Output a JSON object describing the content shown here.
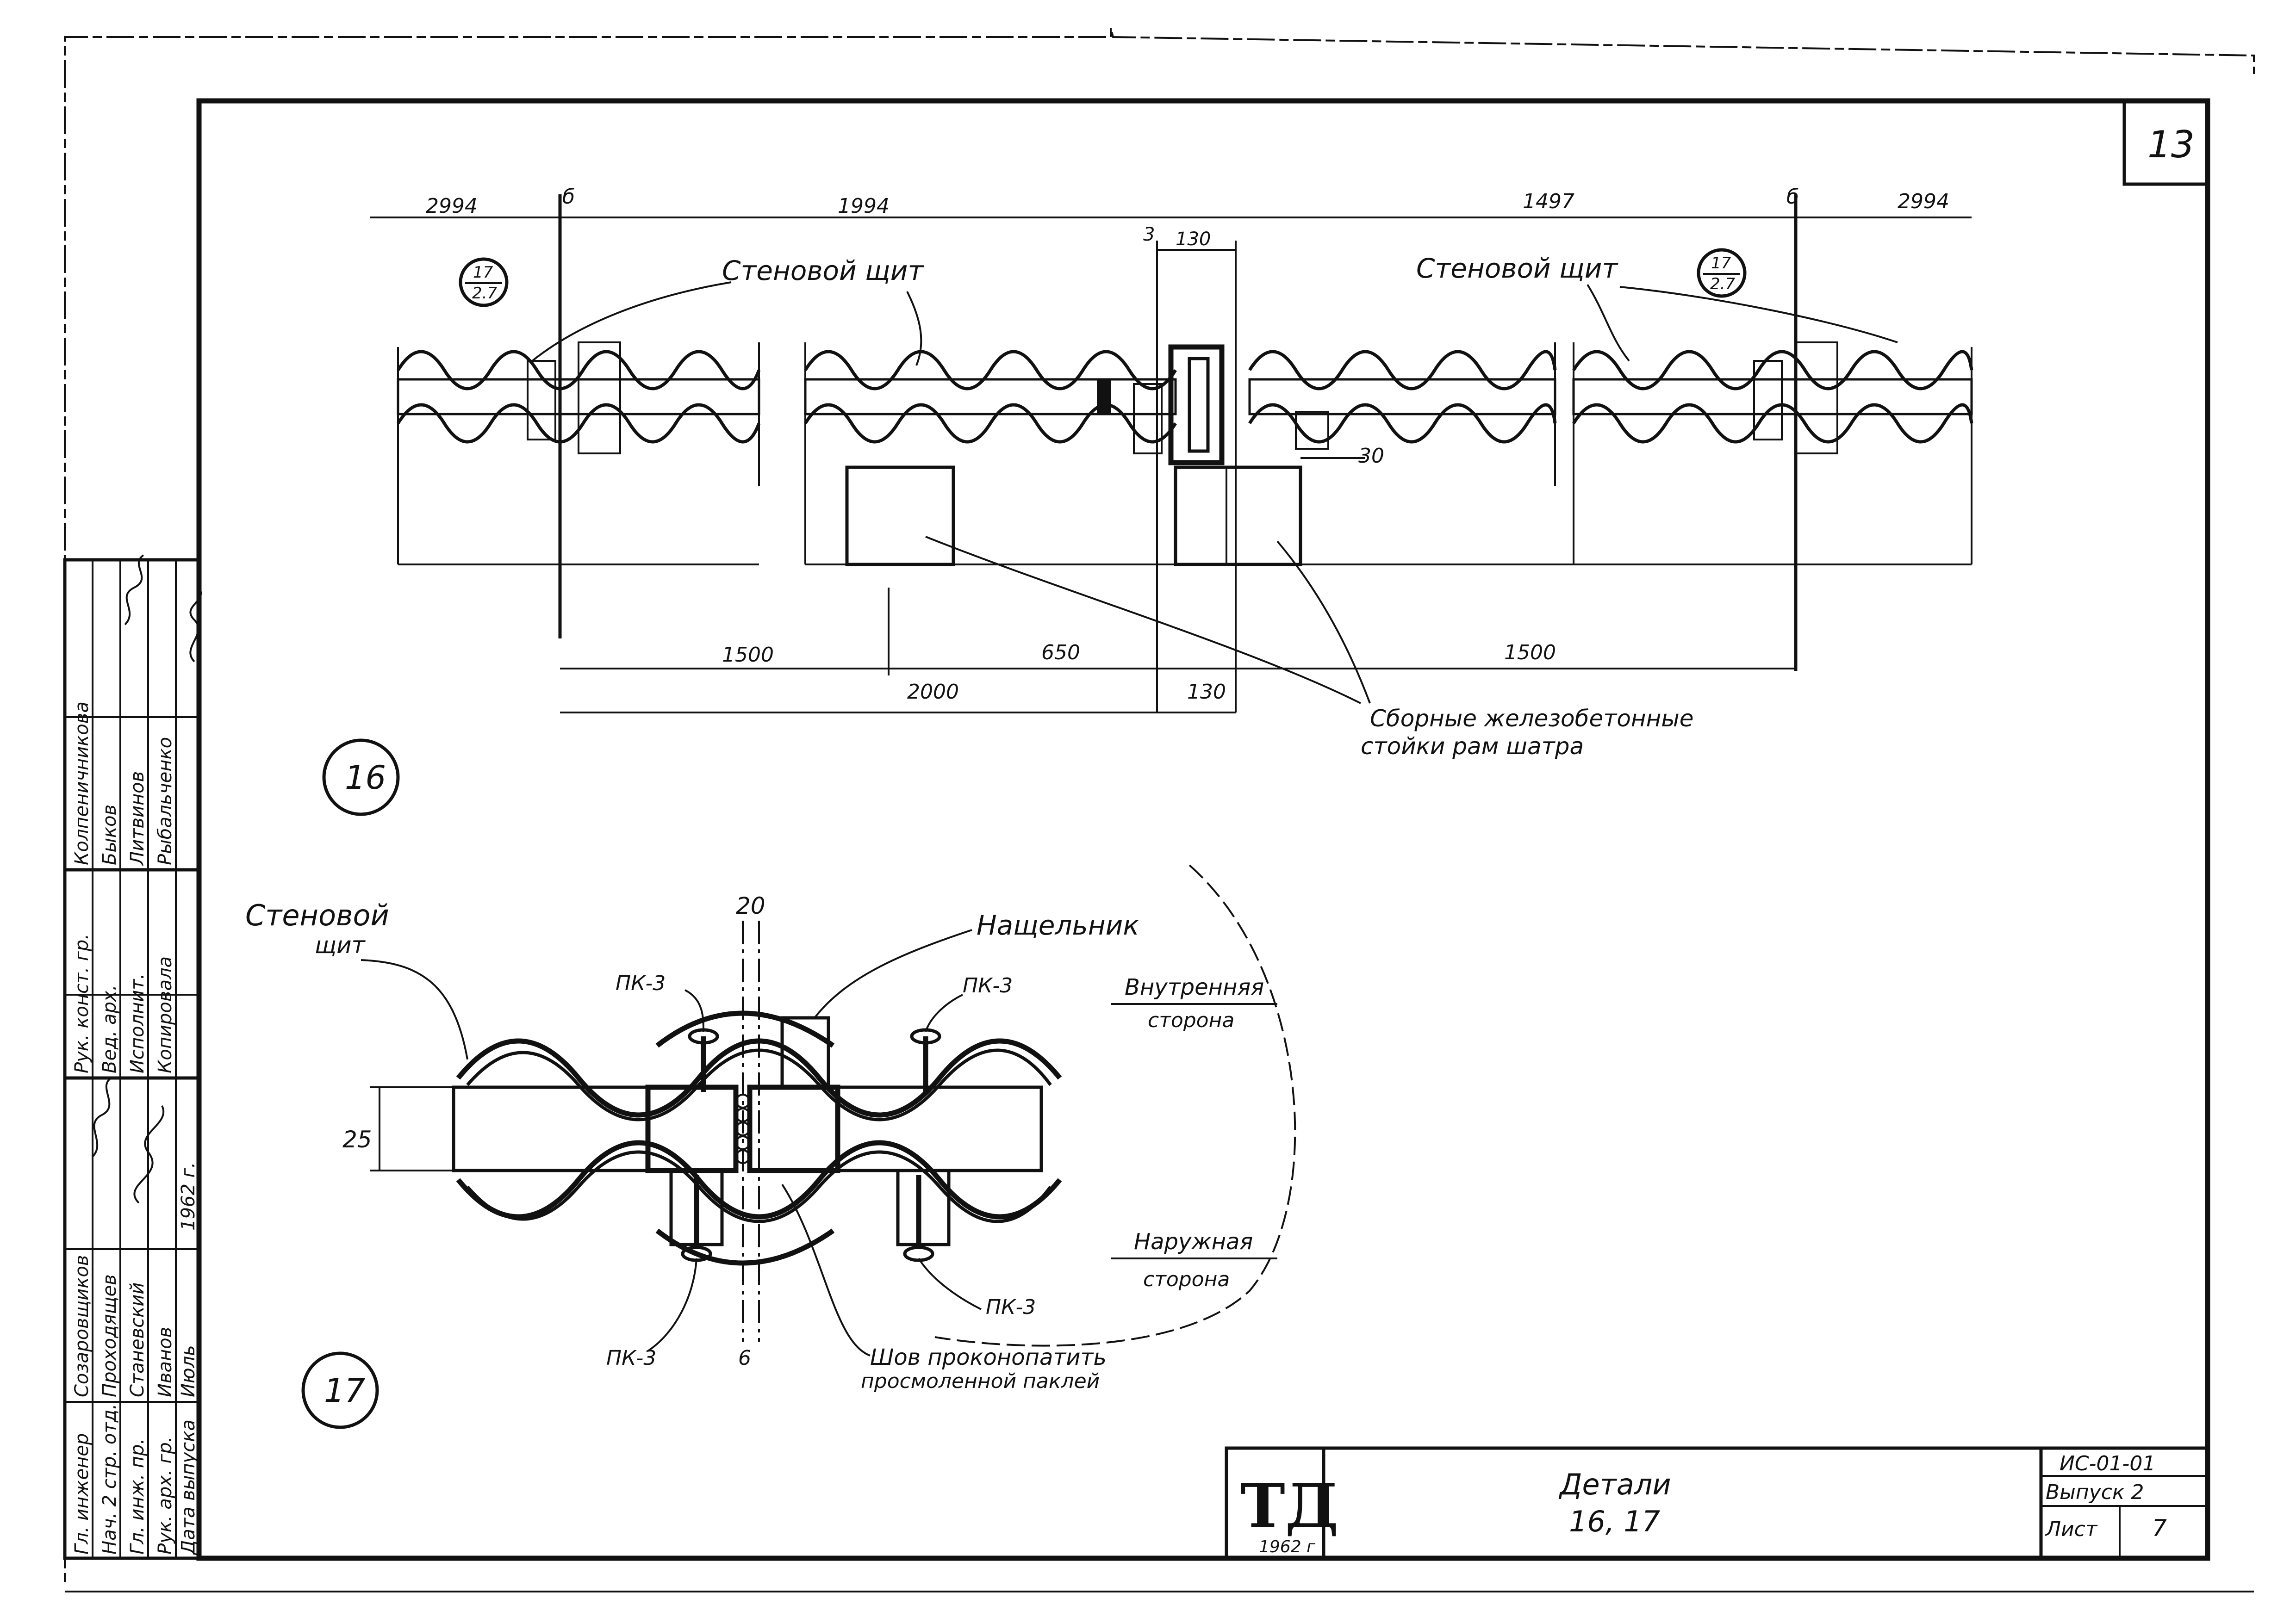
{
  "sheet_number": "13",
  "detail16": {
    "label": "16",
    "dims_top": [
      "2994",
      "1994",
      "1497",
      "2994"
    ],
    "axis_marks": [
      "б",
      "б",
      "3",
      "130"
    ],
    "wall_panel_left": "Стеновой щит",
    "wall_panel_right": "Стеновой щит",
    "ref_left": {
      "num": "17",
      "sheet": "2.7"
    },
    "ref_right": {
      "num": "17",
      "sheet": "2.7"
    },
    "dim_30": "30",
    "dims_bottom": [
      "1500",
      "650",
      "1500",
      "2000",
      "130"
    ],
    "note_line1": "Сборные железобетонные",
    "note_line2": "стойки рам шатра"
  },
  "detail17": {
    "label": "17",
    "wall_panel_line1": "Стеновой",
    "wall_panel_line2": "щит",
    "batten": "Нащельник",
    "dim_20": "20",
    "dim_25": "25",
    "dim_6": "6",
    "fastener": "ПК-3",
    "inner_line1": "Внутренняя",
    "inner_line2": "сторона",
    "outer_line1": "Наружная",
    "outer_line2": "сторона",
    "seam_line1": "Шов проконопатить",
    "seam_line2": "просмоленной паклей"
  },
  "signatures": {
    "col_roles": [
      "Гл. инженер",
      "Нач. 2 стр. отд.",
      "Гл. инж. пр.",
      "Рук. арх. гр.",
      "Дата выпуска"
    ],
    "col_names": [
      "Созаровщиков",
      "Проходящев",
      "Станевский",
      "Иванов",
      "Июль"
    ],
    "col_year": "1962 г.",
    "col_roles2": [
      "Рук. конст. гр.",
      "Вед. арх.",
      "Исполнит.",
      "Копировала"
    ],
    "col_names2": [
      "Колпеничникова",
      "Быков",
      "Литвинов",
      "Рыбальченко"
    ]
  },
  "title_block": {
    "logo": "ТД",
    "logo_year": "1962 г",
    "title_line1": "Детали",
    "title_line2": "16, 17",
    "code": "ИС-01-01",
    "issue": "Выпуск 2",
    "sheet_label": "Лист",
    "sheet_no": "7"
  }
}
